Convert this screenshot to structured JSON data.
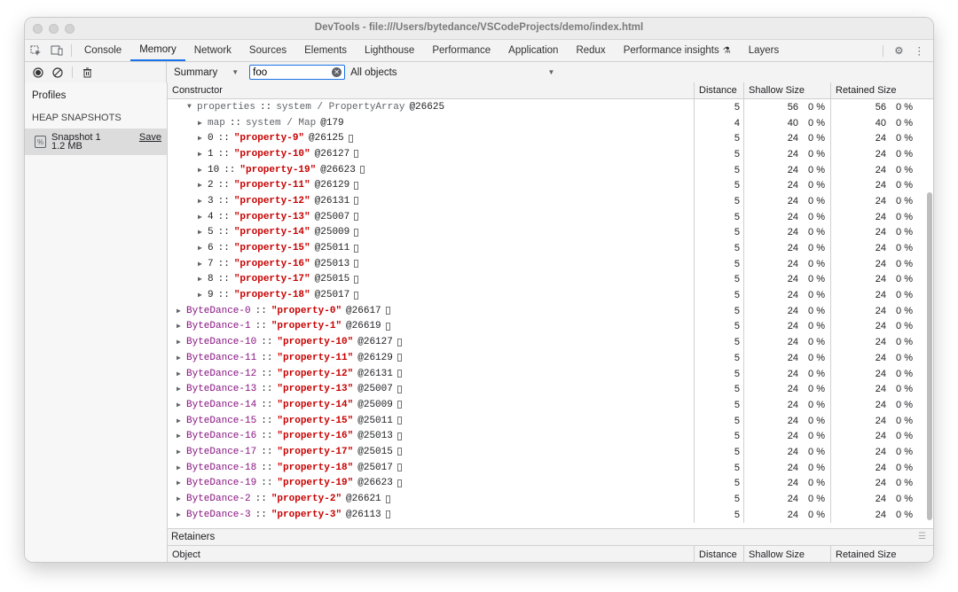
{
  "window": {
    "title": "DevTools - file:///Users/bytedance/VSCodeProjects/demo/index.html"
  },
  "tabs": [
    {
      "label": "Console"
    },
    {
      "label": "Memory",
      "active": true
    },
    {
      "label": "Network"
    },
    {
      "label": "Sources"
    },
    {
      "label": "Elements"
    },
    {
      "label": "Lighthouse"
    },
    {
      "label": "Performance"
    },
    {
      "label": "Application"
    },
    {
      "label": "Redux"
    },
    {
      "label": "Performance insights",
      "icon": "flask-icon"
    },
    {
      "label": "Layers"
    }
  ],
  "toolbar": {
    "view_select": "Summary",
    "filter_value": "foo",
    "objects_select": "All objects"
  },
  "sidebar": {
    "profiles_label": "Profiles",
    "heap_title": "HEAP SNAPSHOTS",
    "snapshot": {
      "name": "Snapshot 1",
      "size": "1.2 MB",
      "save": "Save"
    }
  },
  "grid": {
    "headers": {
      "constructor": "Constructor",
      "distance": "Distance",
      "shallow": "Shallow Size",
      "retained": "Retained Size"
    },
    "rows": [
      {
        "indent": 2,
        "open": true,
        "key": "properties",
        "kclass": "key-prop",
        "sep": "::",
        "sys": "system / PropertyArray",
        "id": "@26625",
        "box": false,
        "distance": "5",
        "shallow": "56",
        "shallow_pct": "0 %",
        "retained": "56",
        "retained_pct": "0 %"
      },
      {
        "indent": 3,
        "key": "map",
        "kclass": "key-prop",
        "sep": "::",
        "sys": "system / Map",
        "id": "@179",
        "box": false,
        "distance": "4",
        "shallow": "40",
        "shallow_pct": "0 %",
        "retained": "40",
        "retained_pct": "0 %"
      },
      {
        "indent": 3,
        "key": "0",
        "kclass": "key-num",
        "sep": "::",
        "str": "\"property-9\"",
        "id": "@26125",
        "box": true,
        "distance": "5",
        "shallow": "24",
        "shallow_pct": "0 %",
        "retained": "24",
        "retained_pct": "0 %"
      },
      {
        "indent": 3,
        "key": "1",
        "kclass": "key-num",
        "sep": "::",
        "str": "\"property-10\"",
        "id": "@26127",
        "box": true,
        "distance": "5",
        "shallow": "24",
        "shallow_pct": "0 %",
        "retained": "24",
        "retained_pct": "0 %"
      },
      {
        "indent": 3,
        "key": "10",
        "kclass": "key-num",
        "sep": "::",
        "str": "\"property-19\"",
        "id": "@26623",
        "box": true,
        "distance": "5",
        "shallow": "24",
        "shallow_pct": "0 %",
        "retained": "24",
        "retained_pct": "0 %"
      },
      {
        "indent": 3,
        "key": "2",
        "kclass": "key-num",
        "sep": "::",
        "str": "\"property-11\"",
        "id": "@26129",
        "box": true,
        "distance": "5",
        "shallow": "24",
        "shallow_pct": "0 %",
        "retained": "24",
        "retained_pct": "0 %"
      },
      {
        "indent": 3,
        "key": "3",
        "kclass": "key-num",
        "sep": "::",
        "str": "\"property-12\"",
        "id": "@26131",
        "box": true,
        "distance": "5",
        "shallow": "24",
        "shallow_pct": "0 %",
        "retained": "24",
        "retained_pct": "0 %"
      },
      {
        "indent": 3,
        "key": "4",
        "kclass": "key-num",
        "sep": "::",
        "str": "\"property-13\"",
        "id": "@25007",
        "box": true,
        "distance": "5",
        "shallow": "24",
        "shallow_pct": "0 %",
        "retained": "24",
        "retained_pct": "0 %"
      },
      {
        "indent": 3,
        "key": "5",
        "kclass": "key-num",
        "sep": "::",
        "str": "\"property-14\"",
        "id": "@25009",
        "box": true,
        "distance": "5",
        "shallow": "24",
        "shallow_pct": "0 %",
        "retained": "24",
        "retained_pct": "0 %"
      },
      {
        "indent": 3,
        "key": "6",
        "kclass": "key-num",
        "sep": "::",
        "str": "\"property-15\"",
        "id": "@25011",
        "box": true,
        "distance": "5",
        "shallow": "24",
        "shallow_pct": "0 %",
        "retained": "24",
        "retained_pct": "0 %"
      },
      {
        "indent": 3,
        "key": "7",
        "kclass": "key-num",
        "sep": "::",
        "str": "\"property-16\"",
        "id": "@25013",
        "box": true,
        "distance": "5",
        "shallow": "24",
        "shallow_pct": "0 %",
        "retained": "24",
        "retained_pct": "0 %"
      },
      {
        "indent": 3,
        "key": "8",
        "kclass": "key-num",
        "sep": "::",
        "str": "\"property-17\"",
        "id": "@25015",
        "box": true,
        "distance": "5",
        "shallow": "24",
        "shallow_pct": "0 %",
        "retained": "24",
        "retained_pct": "0 %"
      },
      {
        "indent": 3,
        "key": "9",
        "kclass": "key-num",
        "sep": "::",
        "str": "\"property-18\"",
        "id": "@25017",
        "box": true,
        "distance": "5",
        "shallow": "24",
        "shallow_pct": "0 %",
        "retained": "24",
        "retained_pct": "0 %"
      },
      {
        "indent": 1,
        "key": "ByteDance-0",
        "kclass": "key-bd",
        "sep": "::",
        "str": "\"property-0\"",
        "id": "@26617",
        "box": true,
        "distance": "5",
        "shallow": "24",
        "shallow_pct": "0 %",
        "retained": "24",
        "retained_pct": "0 %"
      },
      {
        "indent": 1,
        "key": "ByteDance-1",
        "kclass": "key-bd",
        "sep": "::",
        "str": "\"property-1\"",
        "id": "@26619",
        "box": true,
        "distance": "5",
        "shallow": "24",
        "shallow_pct": "0 %",
        "retained": "24",
        "retained_pct": "0 %"
      },
      {
        "indent": 1,
        "key": "ByteDance-10",
        "kclass": "key-bd",
        "sep": "::",
        "str": "\"property-10\"",
        "id": "@26127",
        "box": true,
        "distance": "5",
        "shallow": "24",
        "shallow_pct": "0 %",
        "retained": "24",
        "retained_pct": "0 %"
      },
      {
        "indent": 1,
        "key": "ByteDance-11",
        "kclass": "key-bd",
        "sep": "::",
        "str": "\"property-11\"",
        "id": "@26129",
        "box": true,
        "distance": "5",
        "shallow": "24",
        "shallow_pct": "0 %",
        "retained": "24",
        "retained_pct": "0 %"
      },
      {
        "indent": 1,
        "key": "ByteDance-12",
        "kclass": "key-bd",
        "sep": "::",
        "str": "\"property-12\"",
        "id": "@26131",
        "box": true,
        "distance": "5",
        "shallow": "24",
        "shallow_pct": "0 %",
        "retained": "24",
        "retained_pct": "0 %"
      },
      {
        "indent": 1,
        "key": "ByteDance-13",
        "kclass": "key-bd",
        "sep": "::",
        "str": "\"property-13\"",
        "id": "@25007",
        "box": true,
        "distance": "5",
        "shallow": "24",
        "shallow_pct": "0 %",
        "retained": "24",
        "retained_pct": "0 %"
      },
      {
        "indent": 1,
        "key": "ByteDance-14",
        "kclass": "key-bd",
        "sep": "::",
        "str": "\"property-14\"",
        "id": "@25009",
        "box": true,
        "distance": "5",
        "shallow": "24",
        "shallow_pct": "0 %",
        "retained": "24",
        "retained_pct": "0 %"
      },
      {
        "indent": 1,
        "key": "ByteDance-15",
        "kclass": "key-bd",
        "sep": "::",
        "str": "\"property-15\"",
        "id": "@25011",
        "box": true,
        "distance": "5",
        "shallow": "24",
        "shallow_pct": "0 %",
        "retained": "24",
        "retained_pct": "0 %"
      },
      {
        "indent": 1,
        "key": "ByteDance-16",
        "kclass": "key-bd",
        "sep": "::",
        "str": "\"property-16\"",
        "id": "@25013",
        "box": true,
        "distance": "5",
        "shallow": "24",
        "shallow_pct": "0 %",
        "retained": "24",
        "retained_pct": "0 %"
      },
      {
        "indent": 1,
        "key": "ByteDance-17",
        "kclass": "key-bd",
        "sep": "::",
        "str": "\"property-17\"",
        "id": "@25015",
        "box": true,
        "distance": "5",
        "shallow": "24",
        "shallow_pct": "0 %",
        "retained": "24",
        "retained_pct": "0 %"
      },
      {
        "indent": 1,
        "key": "ByteDance-18",
        "kclass": "key-bd",
        "sep": "::",
        "str": "\"property-18\"",
        "id": "@25017",
        "box": true,
        "distance": "5",
        "shallow": "24",
        "shallow_pct": "0 %",
        "retained": "24",
        "retained_pct": "0 %"
      },
      {
        "indent": 1,
        "key": "ByteDance-19",
        "kclass": "key-bd",
        "sep": "::",
        "str": "\"property-19\"",
        "id": "@26623",
        "box": true,
        "distance": "5",
        "shallow": "24",
        "shallow_pct": "0 %",
        "retained": "24",
        "retained_pct": "0 %"
      },
      {
        "indent": 1,
        "key": "ByteDance-2",
        "kclass": "key-bd",
        "sep": "::",
        "str": "\"property-2\"",
        "id": "@26621",
        "box": true,
        "distance": "5",
        "shallow": "24",
        "shallow_pct": "0 %",
        "retained": "24",
        "retained_pct": "0 %"
      },
      {
        "indent": 1,
        "key": "ByteDance-3",
        "kclass": "key-bd",
        "sep": "::",
        "str": "\"property-3\"",
        "id": "@26113",
        "box": true,
        "distance": "5",
        "shallow": "24",
        "shallow_pct": "0 %",
        "retained": "24",
        "retained_pct": "0 %"
      }
    ]
  },
  "retainers": {
    "title": "Retainers",
    "headers": {
      "object": "Object",
      "distance": "Distance",
      "shallow": "Shallow Size",
      "retained": "Retained Size"
    }
  },
  "colors": {
    "accent": "#1a73e8",
    "string": "#c80000",
    "bytedance_key": "#881280"
  }
}
